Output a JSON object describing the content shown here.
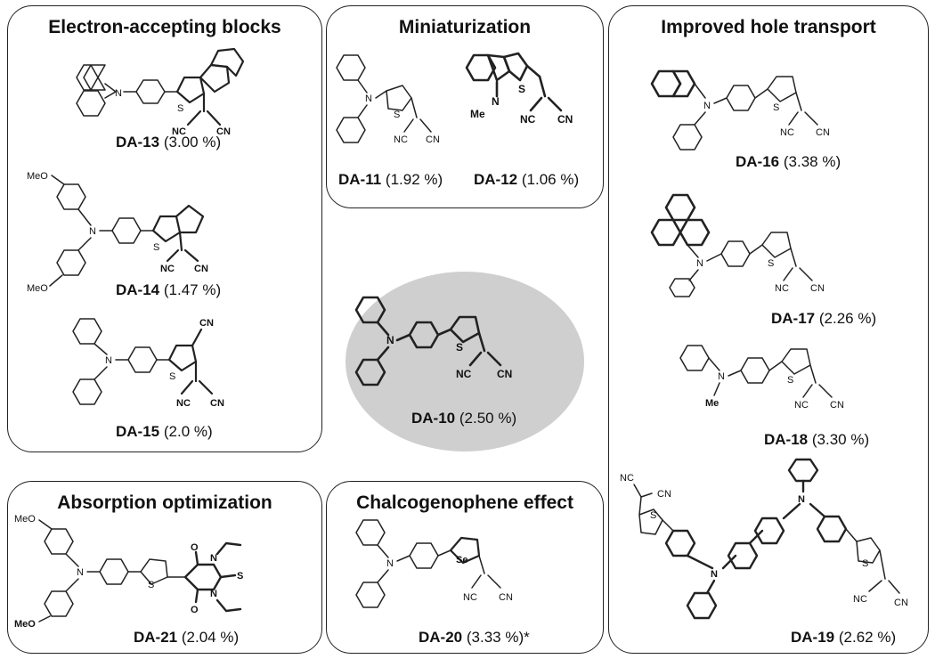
{
  "panels": {
    "electron": "Electron-accepting blocks",
    "mini": "Miniaturization",
    "hole": "Improved hole transport",
    "absorption": "Absorption optimization",
    "chalco": "Chalcogenophene effect"
  },
  "compounds": {
    "da13": {
      "id": "DA-13",
      "eff": "(3.00 %)"
    },
    "da14": {
      "id": "DA-14",
      "eff": "(1.47 %)"
    },
    "da15": {
      "id": "DA-15",
      "eff": "(2.0 %)"
    },
    "da11": {
      "id": "DA-11",
      "eff": "(1.92 %)"
    },
    "da12": {
      "id": "DA-12",
      "eff": "(1.06 %)"
    },
    "da10": {
      "id": "DA-10",
      "eff": "(2.50 %)"
    },
    "da16": {
      "id": "DA-16",
      "eff": "(3.38 %)"
    },
    "da17": {
      "id": "DA-17",
      "eff": "(2.26 %)"
    },
    "da18": {
      "id": "DA-18",
      "eff": "(3.30 %)"
    },
    "da19": {
      "id": "DA-19",
      "eff": "(2.62 %)"
    },
    "da21": {
      "id": "DA-21",
      "eff": "(2.04 %)"
    },
    "da20": {
      "id": "DA-20",
      "eff": "(3.33 %)*"
    }
  },
  "atoms": {
    "n": "N",
    "s": "S",
    "se": "Se",
    "o": "O",
    "cn": "CN",
    "nc": "NC",
    "meo": "MeO",
    "me": "Me"
  }
}
